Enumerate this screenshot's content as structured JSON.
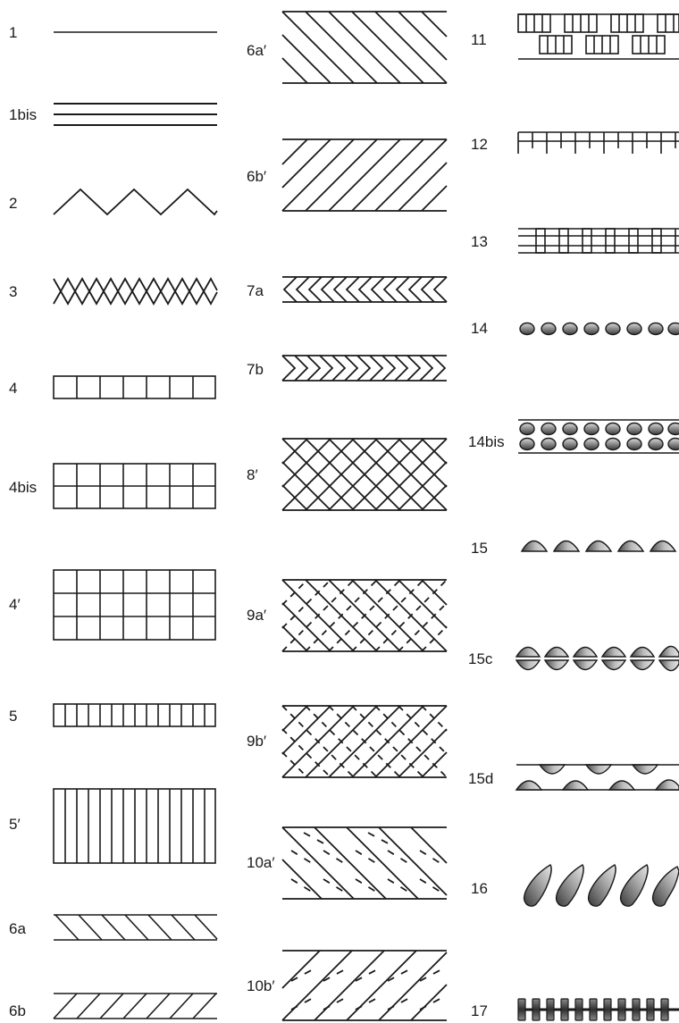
{
  "colors": {
    "ink": "#1a1a1a",
    "fill_light": "#e6e6e6",
    "fill_mid": "#9a9a9a",
    "fill_dark": "#4a4a4a"
  },
  "column_1": [
    {
      "label": "1",
      "pattern": "single-line"
    },
    {
      "label": "1bis",
      "pattern": "triple-line"
    },
    {
      "label": "2",
      "pattern": "zigzag"
    },
    {
      "label": "3",
      "pattern": "cross-zigzag"
    },
    {
      "label": "4",
      "pattern": "grid-1-row"
    },
    {
      "label": "4bis",
      "pattern": "grid-2-rows"
    },
    {
      "label": "4′",
      "pattern": "grid-3-rows"
    },
    {
      "label": "5",
      "pattern": "vertical-hatch-narrow"
    },
    {
      "label": "5′",
      "pattern": "vertical-hatch-tall"
    },
    {
      "label": "6a",
      "pattern": "diagonal-hatch-left-narrow"
    },
    {
      "label": "6b",
      "pattern": "diagonal-hatch-right-narrow"
    }
  ],
  "column_2": [
    {
      "label": "6a′",
      "pattern": "diagonal-hatch-left-wide"
    },
    {
      "label": "6b′",
      "pattern": "diagonal-hatch-right-wide"
    },
    {
      "label": "7a",
      "pattern": "chevron-left"
    },
    {
      "label": "7b",
      "pattern": "chevron-right"
    },
    {
      "label": "8′",
      "pattern": "crosshatch"
    },
    {
      "label": "9a′",
      "pattern": "dashed-crosshatch-a"
    },
    {
      "label": "9b′",
      "pattern": "dashed-crosshatch-b"
    },
    {
      "label": "10a′",
      "pattern": "dashed-diagonal-left"
    },
    {
      "label": "10b′",
      "pattern": "dashed-diagonal-right"
    }
  ],
  "column_3": [
    {
      "label": "11",
      "pattern": "brick-bars"
    },
    {
      "label": "12",
      "pattern": "tick-comb"
    },
    {
      "label": "13",
      "pattern": "double-box-chain"
    },
    {
      "label": "14",
      "pattern": "bead-row"
    },
    {
      "label": "14bis",
      "pattern": "double-bead-row"
    },
    {
      "label": "15",
      "pattern": "dome-row"
    },
    {
      "label": "15c",
      "pattern": "split-lens-row"
    },
    {
      "label": "15d",
      "pattern": "alternating-domes"
    },
    {
      "label": "16",
      "pattern": "teardrops"
    },
    {
      "label": "17",
      "pattern": "beaded-rod"
    }
  ]
}
